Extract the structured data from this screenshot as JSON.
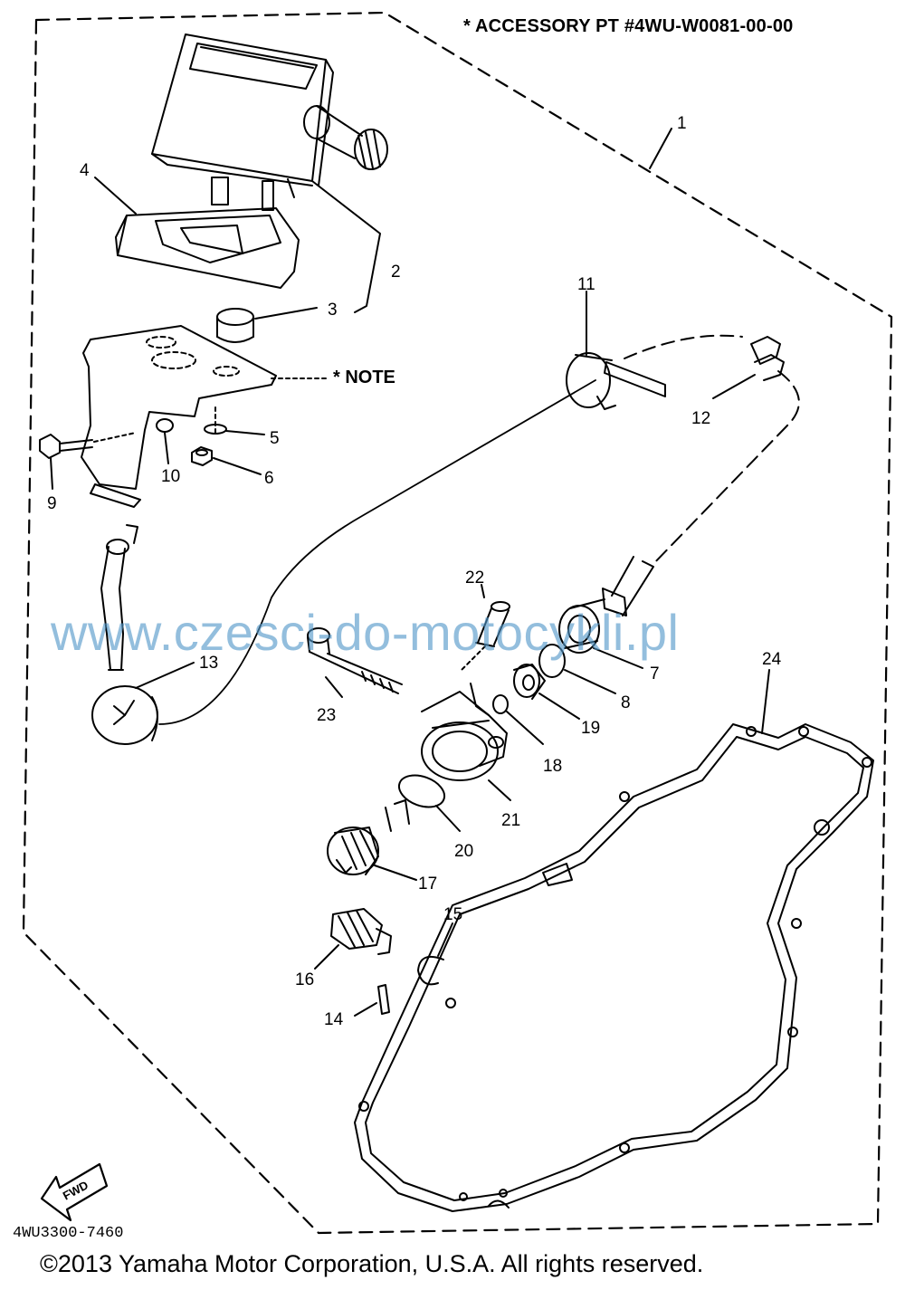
{
  "header": {
    "accessory_text": "* ACCESSORY PT #4WU-W0081-00-00"
  },
  "note_label": "* NOTE",
  "footer": {
    "diagram_code": "4WU3300-7460",
    "copyright": "©2013 Yamaha Motor Corporation, U.S.A. All rights reserved."
  },
  "watermark": "www.czesci-do-motocykli.pl",
  "fwd_label": "FWD",
  "callouts": {
    "c1": "1",
    "c2": "2",
    "c3": "3",
    "c4": "4",
    "c5": "5",
    "c6": "6",
    "c7": "7",
    "c8": "8",
    "c9": "9",
    "c10": "10",
    "c11": "11",
    "c12": "12",
    "c13": "13",
    "c14": "14",
    "c15": "15",
    "c16": "16",
    "c17": "17",
    "c18": "18",
    "c19": "19",
    "c20": "20",
    "c21": "21",
    "c22": "22",
    "c23": "23",
    "c24": "24"
  }
}
